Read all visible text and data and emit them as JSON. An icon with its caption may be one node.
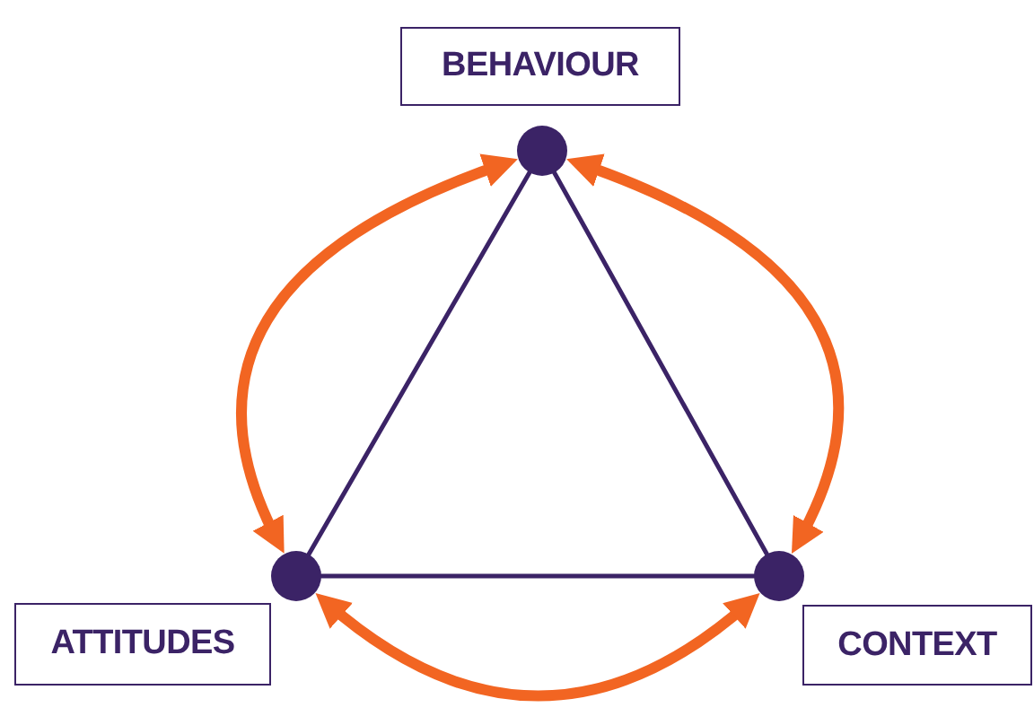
{
  "diagram": {
    "nodes": [
      {
        "text": [
          "BEHAVIOUR"
        ]
      },
      {
        "text": [],
        "shape": "circle"
      },
      {
        "text": [],
        "shape": "circle"
      },
      {
        "text": [],
        "shape": "circle"
      },
      {
        "text": [
          "ATTITUDES"
        ]
      },
      {
        "text": [
          "CONTEXT"
        ]
      }
    ],
    "edges": [
      {
        "from": 1,
        "to": 2,
        "arrow": "none"
      },
      {
        "from": 1,
        "to": 3,
        "arrow": "none"
      },
      {
        "from": 2,
        "to": 3,
        "arrow": "none"
      },
      {
        "from": 1,
        "to": 2,
        "arrow": "both",
        "style": "thick",
        "color": "#f26522"
      },
      {
        "from": 1,
        "to": 3,
        "arrow": "both",
        "style": "thick",
        "color": "#f26522"
      },
      {
        "from": 2,
        "to": 3,
        "arrow": "both",
        "style": "thick",
        "color": "#f26522"
      }
    ]
  }
}
